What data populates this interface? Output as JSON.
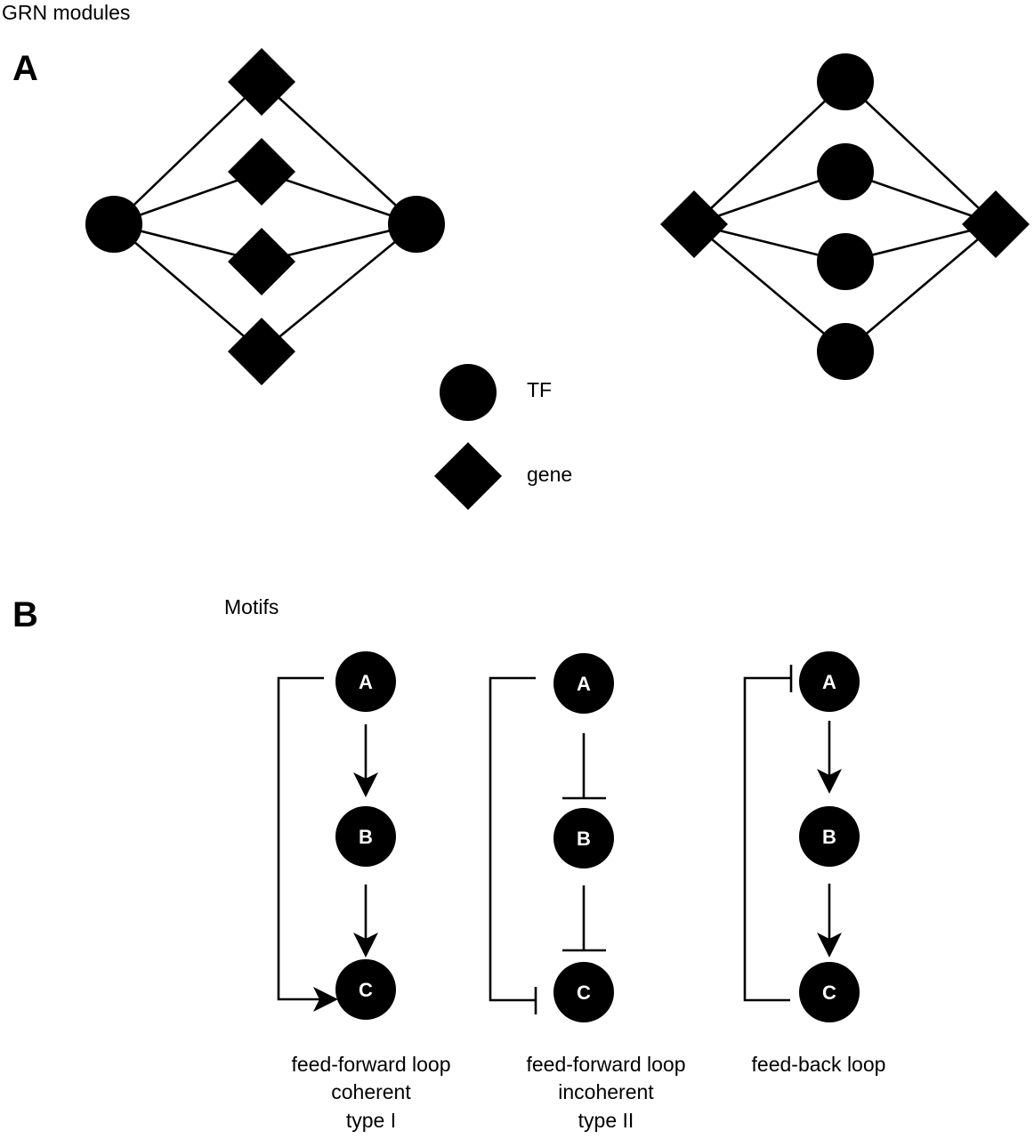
{
  "title": "GRN modules",
  "panel_a": {
    "label": "A",
    "modules": [
      {
        "name": "gene-module",
        "hubs": {
          "type": "TF",
          "count": 2
        },
        "members": {
          "type": "gene",
          "count": 4
        },
        "edges": "each hub connected to each member"
      },
      {
        "name": "tf-module",
        "hubs": {
          "type": "gene",
          "count": 2
        },
        "members": {
          "type": "TF",
          "count": 4
        },
        "edges": "each hub connected to each member"
      }
    ],
    "legend": [
      {
        "shape": "circle",
        "label": "TF"
      },
      {
        "shape": "diamond",
        "label": "gene"
      }
    ]
  },
  "panel_b": {
    "label": "B",
    "subtitle": "Motifs",
    "motifs": [
      {
        "nodes": [
          "A",
          "B",
          "C"
        ],
        "edges": [
          {
            "from": "A",
            "to": "B",
            "type": "activation"
          },
          {
            "from": "B",
            "to": "C",
            "type": "activation"
          },
          {
            "from": "A",
            "to": "C",
            "type": "activation"
          }
        ],
        "caption": [
          "feed-forward loop",
          "coherent",
          "type I"
        ]
      },
      {
        "nodes": [
          "A",
          "B",
          "C"
        ],
        "edges": [
          {
            "from": "A",
            "to": "B",
            "type": "repression"
          },
          {
            "from": "B",
            "to": "C",
            "type": "repression"
          },
          {
            "from": "A",
            "to": "C",
            "type": "repression"
          }
        ],
        "caption": [
          "feed-forward loop",
          "incoherent",
          "type II"
        ]
      },
      {
        "nodes": [
          "A",
          "B",
          "C"
        ],
        "edges": [
          {
            "from": "A",
            "to": "B",
            "type": "activation"
          },
          {
            "from": "B",
            "to": "C",
            "type": "activation"
          },
          {
            "from": "C",
            "to": "A",
            "type": "repression"
          }
        ],
        "caption": [
          "feed-back loop"
        ]
      }
    ]
  }
}
